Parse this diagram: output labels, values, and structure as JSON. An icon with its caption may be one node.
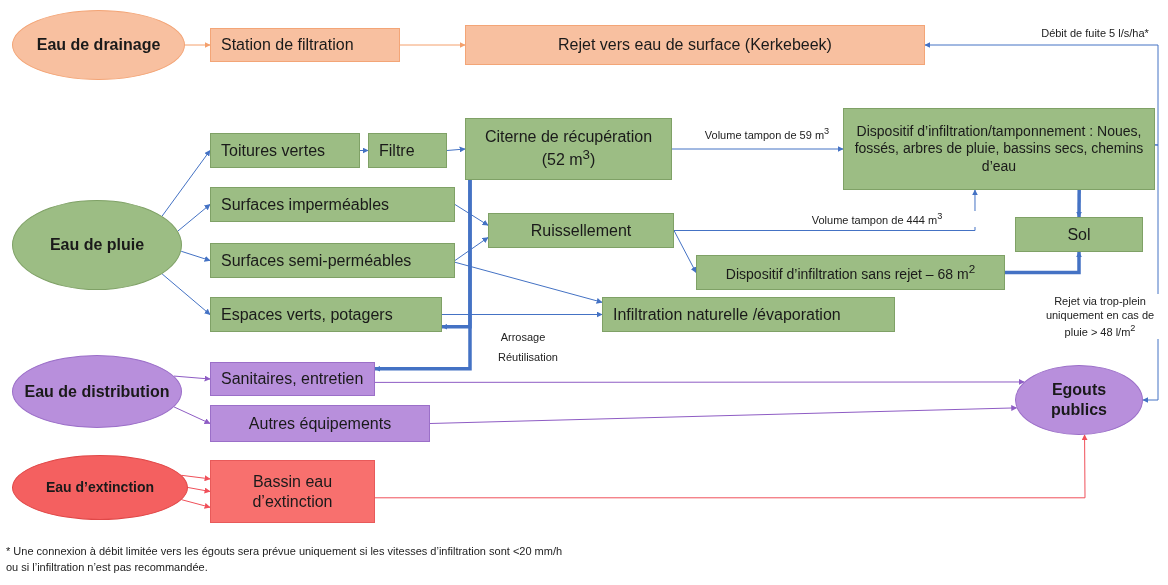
{
  "diagram": {
    "nodes": [
      {
        "text": [
          "Eau de drainage"
        ]
      },
      {
        "text": [
          "Station de filtration"
        ]
      },
      {
        "text": [
          "Rejet vers eau de surface (Kerkebeek)"
        ]
      },
      {
        "text": [
          "Eau de pluie"
        ]
      },
      {
        "text": [
          "Toitures vertes"
        ]
      },
      {
        "text": [
          "Filtre"
        ]
      },
      {
        "text": [
          "Citerne de récupération (52 m$^{3}$)"
        ]
      },
      {
        "text": [
          "Dispositif d’infiltration/tamponnement : Noues, fossés, arbres de pluie, bassins secs, chemins d’eau"
        ]
      },
      {
        "text": [
          "Surfaces imperméables"
        ]
      },
      {
        "text": [
          "Ruissellement"
        ]
      },
      {
        "text": [
          "Sol"
        ]
      },
      {
        "text": [
          "Surfaces semi-perméables"
        ]
      },
      {
        "text": [
          "Dispositif d’infiltration sans rejet – 68 m$^{2}$"
        ]
      },
      {
        "text": [
          "Espaces verts, potagers"
        ]
      },
      {
        "text": [
          "Infiltration naturelle /évaporation"
        ]
      },
      {
        "text": [
          "Eau de distribution"
        ]
      },
      {
        "text": [
          "Sanitaires, entretien"
        ]
      },
      {
        "text": [
          "Egouts publics"
        ]
      },
      {
        "text": [
          "Autres équipements"
        ]
      },
      {
        "text": [
          "Eau d’extinction"
        ]
      },
      {
        "text": [
          "Bassin eau d’extinction"
        ]
      }
    ],
    "edges": [
      {
        "from": 0,
        "to": 1,
        "arrow": "to",
        "color": "#f4a06c"
      },
      {
        "from": 1,
        "to": 2,
        "arrow": "to",
        "color": "#f4a06c"
      },
      {
        "from": 7,
        "to": 2,
        "arrow": "to",
        "label": "Débit de fuite 5 l/s/ha*"
      },
      {
        "from": 7,
        "to": 17,
        "arrow": "to",
        "label": "Rejet via trop-plein uniquement en cas de pluie > 48 l/m$^{2}$"
      },
      {
        "from": 3,
        "to": 4,
        "arrow": "to"
      },
      {
        "from": 3,
        "to": 8,
        "arrow": "to"
      },
      {
        "from": 3,
        "to": 11,
        "arrow": "to"
      },
      {
        "from": 3,
        "to": 13,
        "arrow": "to"
      },
      {
        "from": 4,
        "to": 5,
        "arrow": "to"
      },
      {
        "from": 5,
        "to": 6,
        "arrow": "to"
      },
      {
        "from": 6,
        "to": 7,
        "arrow": "to",
        "label": "Volume tampon de 59 m$^{3}$"
      },
      {
        "from": 8,
        "to": 9,
        "arrow": "to"
      },
      {
        "from": 11,
        "to": 9,
        "arrow": "to"
      },
      {
        "from": 11,
        "to": 14,
        "arrow": "to"
      },
      {
        "from": 13,
        "to": 14,
        "arrow": "to"
      },
      {
        "from": 9,
        "to": 7,
        "arrow": "to",
        "label": "Volume tampon de 444 m$^{3}$"
      },
      {
        "from": 9,
        "to": 12,
        "arrow": "to"
      },
      {
        "from": 7,
        "to": 10,
        "arrow": "to",
        "style": "thick"
      },
      {
        "from": 12,
        "to": 10,
        "arrow": "to",
        "style": "thick"
      },
      {
        "from": 6,
        "to": 13,
        "arrow": "to",
        "style": "thick",
        "label": "Arrosage"
      },
      {
        "from": 6,
        "to": 16,
        "arrow": "to",
        "style": "thick",
        "label": "Réutilisation"
      },
      {
        "from": 15,
        "to": 16,
        "arrow": "to",
        "color": "#8e5cc4"
      },
      {
        "from": 15,
        "to": 18,
        "arrow": "to",
        "color": "#8e5cc4"
      },
      {
        "from": 16,
        "to": 17,
        "arrow": "to",
        "color": "#8e5cc4"
      },
      {
        "from": 18,
        "to": 17,
        "arrow": "to",
        "color": "#8e5cc4"
      },
      {
        "from": 19,
        "to": 20,
        "arrow": "to",
        "color": "#f0505a"
      },
      {
        "from": 19,
        "to": 20,
        "arrow": "to",
        "color": "#f0505a"
      },
      {
        "from": 19,
        "to": 20,
        "arrow": "to",
        "color": "#f0505a"
      },
      {
        "from": 20,
        "to": 17,
        "arrow": "to",
        "color": "#f0505a"
      }
    ],
    "labels": [
      "* Une connexion à débit limitée vers les égouts sera prévue uniquement si les vitesses d’infiltration sont <20 mm/h ou si l’infiltration n’est pas recommandée."
    ]
  }
}
